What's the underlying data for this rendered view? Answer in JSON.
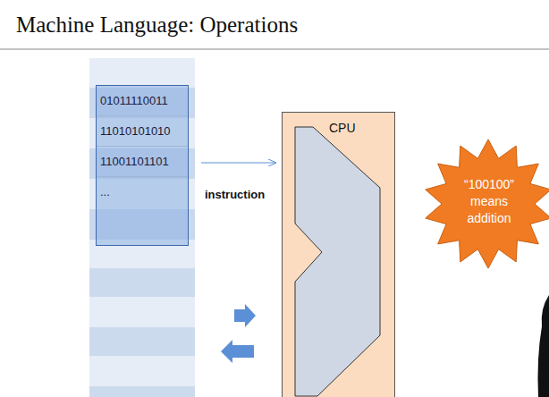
{
  "diagram": {
    "title": "Machine Language: Operations",
    "nodes": [
      {
        "text": [
          "01011110011",
          "11010101010",
          "11001101101",
          "..."
        ]
      },
      {
        "text": [
          "CPU"
        ]
      },
      {
        "text": [
          "“100100” means addition"
        ]
      }
    ],
    "edges": [
      {
        "from": 0,
        "to": 1,
        "arrow": "to",
        "label": "instruction"
      }
    ]
  }
}
